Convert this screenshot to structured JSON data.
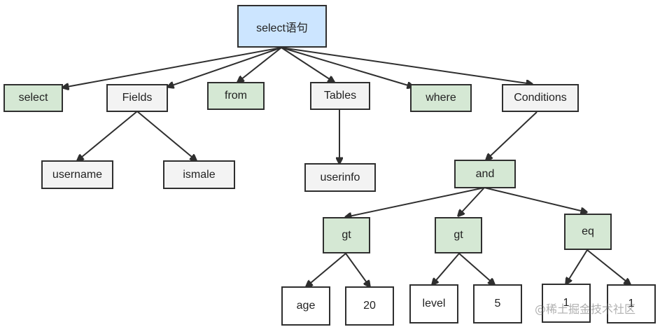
{
  "diagram": {
    "root": "select语句",
    "level1": {
      "select": "select",
      "fields": "Fields",
      "from": "from",
      "tables": "Tables",
      "where": "where",
      "conditions": "Conditions"
    },
    "level2": {
      "username": "username",
      "ismale": "ismale",
      "userinfo": "userinfo",
      "and": "and"
    },
    "level3": {
      "gt1": "gt",
      "gt2": "gt",
      "eq": "eq"
    },
    "level4": {
      "age": "age",
      "v20": "20",
      "level": "level",
      "v5": "5",
      "one_a": "1",
      "one_b": "1"
    }
  },
  "watermark": "@稀土掘金技术社区"
}
